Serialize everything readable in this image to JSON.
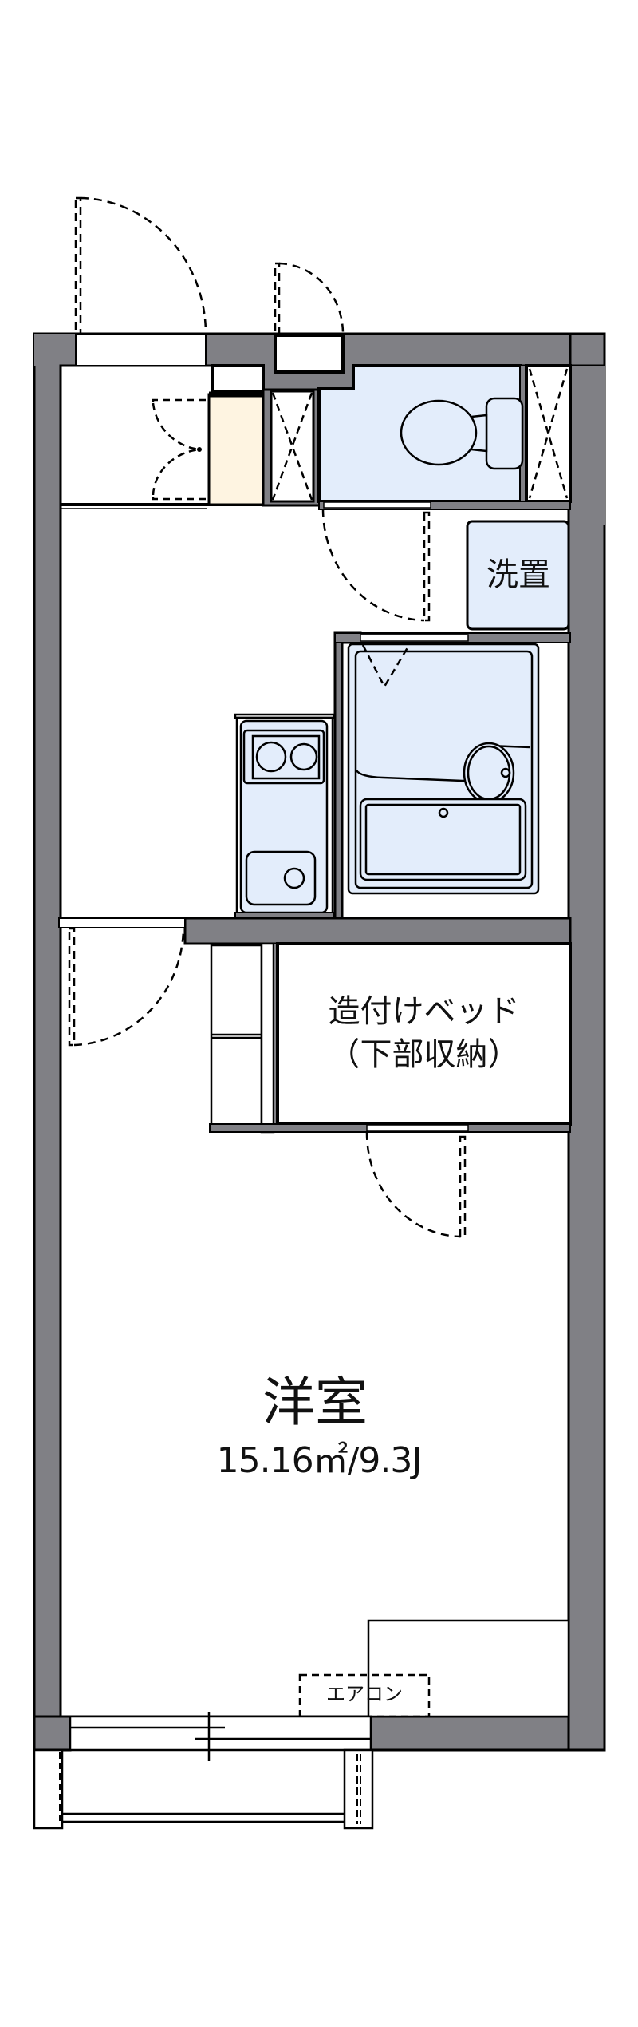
{
  "floor_plan": {
    "colors": {
      "wall": "#808085",
      "wall_outline": "#000000",
      "wet_area": "#e3edfb",
      "shoe_cabinet": "#fef4e1",
      "floor": "#ffffff"
    },
    "rooms": {
      "western_room": {
        "label": "洋室",
        "area": "15.16㎡/9.3J"
      },
      "built_in_bed": {
        "label_line1": "造付けベッド",
        "label_line2": "（下部収納）"
      },
      "washer_space": {
        "label": "洗置"
      },
      "air_conditioner": {
        "label": "エアコン"
      }
    },
    "fixtures": [
      "entrance-door",
      "shoe-cabinet",
      "pipe-shaft",
      "toilet",
      "washing-machine-space",
      "unit-bath",
      "kitchen-sink",
      "stove",
      "closet-shelves",
      "built-in-bed",
      "air-conditioner",
      "sliding-window",
      "balcony"
    ]
  }
}
